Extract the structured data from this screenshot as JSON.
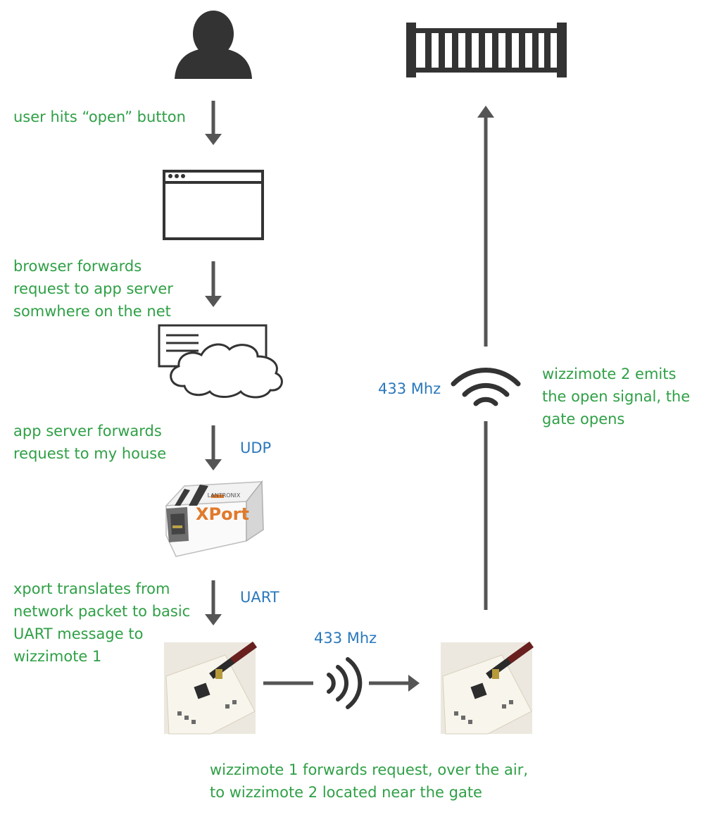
{
  "colors": {
    "step_text": "#2fa046",
    "protocol_text": "#2a78bd",
    "icon": "#333333",
    "arrow": "#555555"
  },
  "steps": {
    "user_action": "user hits “open” button",
    "browser_forward": [
      "browser forwards",
      "request to app server",
      "somwhere on the net"
    ],
    "server_forward": [
      "app server forwards",
      "request to my house"
    ],
    "xport_translate": [
      "xport translates from",
      "network packet to basic",
      "UART message to",
      "wizzimote 1"
    ],
    "wizzimote1_forward": [
      "wizzimote 1 forwards request, over the air,",
      "to wizzimote 2 located near the gate"
    ],
    "wizzimote2_emit": [
      "wizzimote 2 emits",
      "the open signal, the",
      "gate opens"
    ]
  },
  "protocols": {
    "udp": "UDP",
    "uart": "UART",
    "radio_bottom": "433 Mhz",
    "radio_right": "433 Mhz"
  },
  "devices": {
    "xport_brand": "LANTRONIX",
    "xport_name": "XPort"
  },
  "icons": [
    "user-icon",
    "browser-window-icon",
    "cloud-server-icon",
    "xport-device-image",
    "wizzimote-board-image",
    "wireless-signal-icon",
    "gate-icon"
  ]
}
